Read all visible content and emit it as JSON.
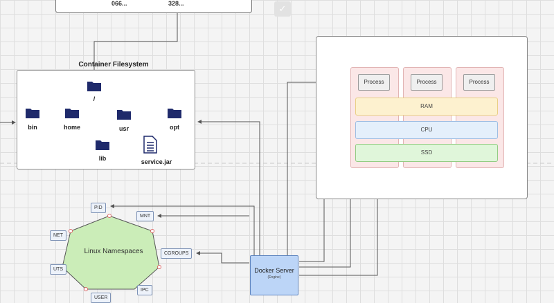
{
  "top_box": {
    "value_left": "066...",
    "value_right": "328..."
  },
  "toolbar": {
    "check_icon": "✓"
  },
  "filesystem": {
    "title": "Container Filesystem",
    "root": "/",
    "folders": [
      "bin",
      "home",
      "usr",
      "opt"
    ],
    "usr_children": {
      "folder": "lib",
      "file": "service.jar"
    }
  },
  "host": {
    "processes": [
      "Process",
      "Process",
      "Process"
    ],
    "resources": {
      "ram": "RAM",
      "cpu": "CPU",
      "ssd": "SSD"
    }
  },
  "namespaces": {
    "label": "Linux Namespaces",
    "tags": [
      "PID",
      "MNT",
      "NET",
      "CGROUPS",
      "UTS",
      "IPC",
      "USER"
    ]
  },
  "docker": {
    "title": "Docker Server",
    "subtitle": "(Engine)"
  },
  "colors": {
    "folder": "#1f2a6b",
    "namespace_fill": "#cbedb8",
    "docker_fill": "#bcd5f7",
    "ram": "#fdf1cf",
    "cpu": "#e4effb",
    "ssd": "#e0f6da",
    "container_column": "#fbe7e7"
  }
}
